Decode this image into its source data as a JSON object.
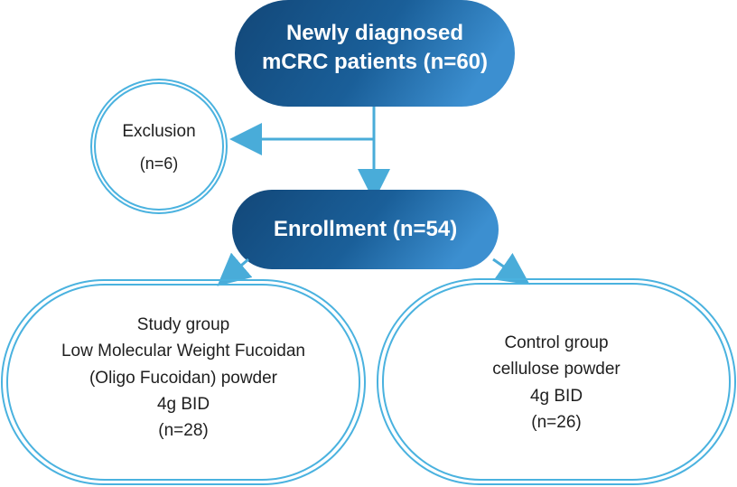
{
  "top_node": {
    "line1": "Newly diagnosed",
    "line2": "mCRC patients (n=60)"
  },
  "exclusion": {
    "title": "Exclusion",
    "count": "(n=6)"
  },
  "enrollment": {
    "label": "Enrollment (n=54)"
  },
  "study_group": {
    "lines": [
      "Study group",
      "Low Molecular Weight Fucoidan",
      "(Oligo Fucoidan)  powder",
      "4g BID",
      "(n=28)"
    ]
  },
  "control_group": {
    "lines": [
      "Control group",
      "cellulose powder",
      "4g BID",
      "(n=26)"
    ]
  },
  "colors": {
    "pill_dark": "#124778",
    "pill_mid": "#1a5f99",
    "pill_light": "#3c8fd0",
    "outline": "#4ab2df",
    "arrow": "#49acd9"
  }
}
